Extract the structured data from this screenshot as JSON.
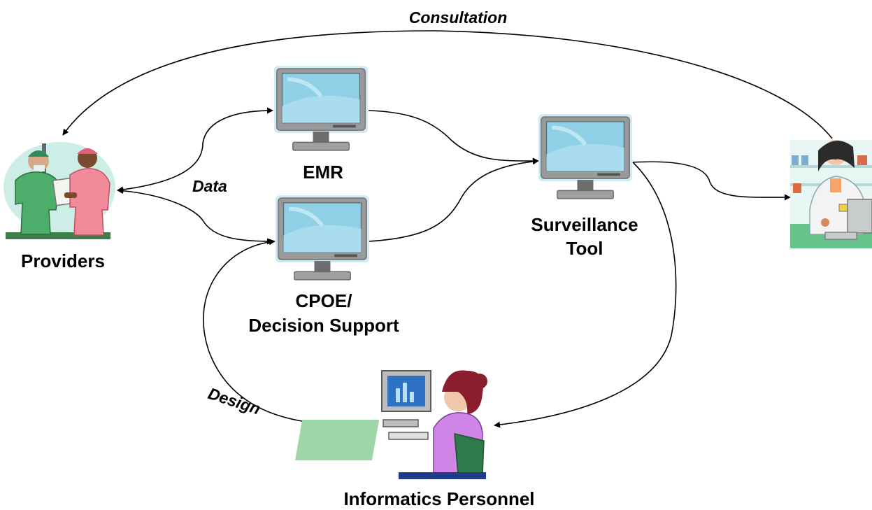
{
  "nodes": {
    "providers": {
      "label": "Providers",
      "icon": "clinicians-icon"
    },
    "emr": {
      "label": "EMR",
      "icon": "monitor-icon"
    },
    "cpoe": {
      "label_line1": "CPOE/",
      "label_line2": "Decision Support",
      "icon": "monitor-icon"
    },
    "surveillance": {
      "label_line1": "Surveillance",
      "label_line2": "Tool",
      "icon": "monitor-icon"
    },
    "pharmacist": {
      "label": "",
      "icon": "pharmacist-icon"
    },
    "informatics": {
      "label": "Informatics Personnel",
      "icon": "computer-user-icon"
    }
  },
  "edge_labels": {
    "consultation": "Consultation",
    "data": "Data",
    "design": "Design"
  },
  "colors": {
    "monitor_frame": "#a9a9a9",
    "monitor_screen": "#8fd0e6",
    "monitor_glow": "#cfeaf4",
    "edge": "#000000"
  }
}
